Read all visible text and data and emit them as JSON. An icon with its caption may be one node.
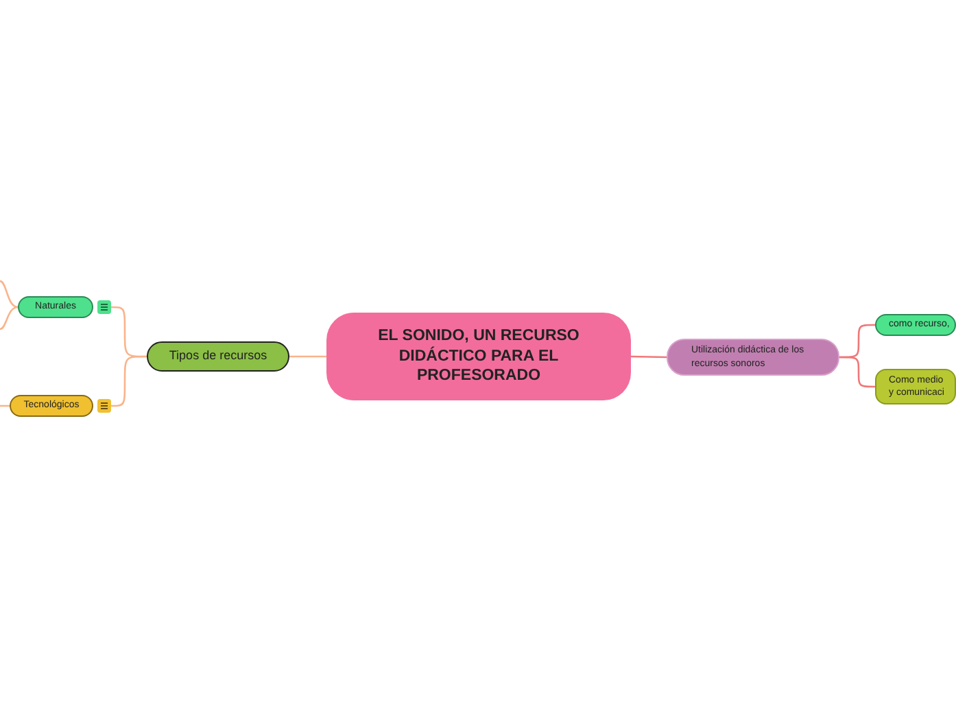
{
  "diagram": {
    "nodes": [
      {
        "text": [
          "EL SONIDO, UN RECURSO DIDÁCTICO PARA EL PROFESORADO"
        ]
      },
      {
        "text": [
          "Tipos de recursos"
        ]
      },
      {
        "text": [
          "Naturales"
        ]
      },
      {
        "text": [
          "Tecnológicos"
        ]
      },
      {
        "text": [
          "Utilización didáctica de los recursos sonoros"
        ]
      },
      {
        "text": [
          "como recurso,"
        ]
      },
      {
        "text": [
          "Como medio y comunicaci"
        ]
      }
    ],
    "edges": [
      {
        "from": 0,
        "to": 1,
        "arrow": "none",
        "color": "#f9b48a"
      },
      {
        "from": 1,
        "to": 2,
        "arrow": "none",
        "color": "#f9b48a"
      },
      {
        "from": 1,
        "to": 3,
        "arrow": "none",
        "color": "#f9b48a"
      },
      {
        "from": 2,
        "to": null,
        "arrow": "none",
        "color": "#f9b48a"
      },
      {
        "from": 2,
        "to": null,
        "arrow": "none",
        "color": "#f9b48a"
      },
      {
        "from": 3,
        "to": null,
        "arrow": "none",
        "color": "#f9b48a"
      },
      {
        "from": 0,
        "to": 4,
        "arrow": "none"
      },
      {
        "from": 4,
        "to": 5,
        "arrow": "none"
      },
      {
        "from": 4,
        "to": 6,
        "arrow": "none"
      }
    ]
  }
}
